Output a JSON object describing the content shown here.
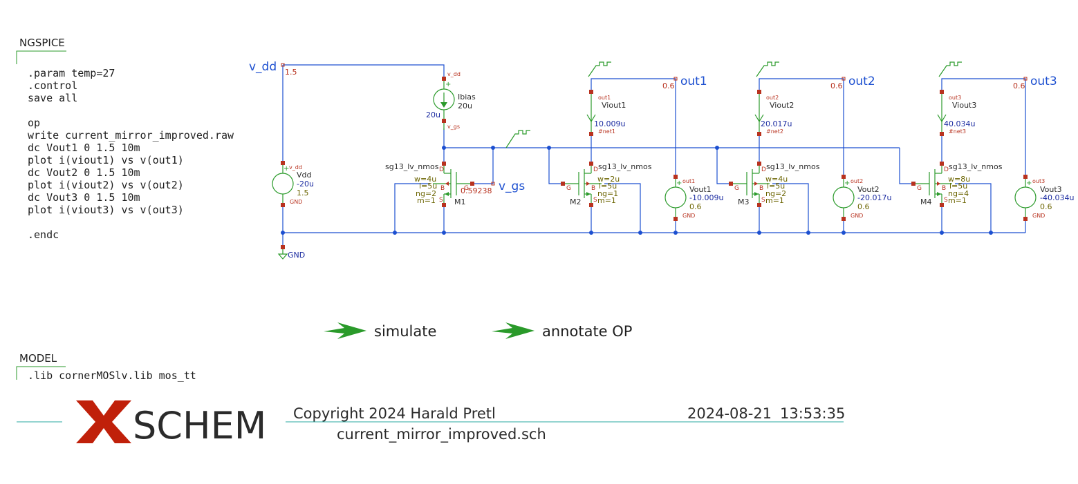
{
  "ngspice": {
    "header": "NGSPICE",
    "lines": [
      ".param temp=27",
      ".control",
      "save all",
      "",
      "op",
      "write current_mirror_improved.raw",
      "dc Vout1 0 1.5 10m",
      "plot i(viout1) vs v(out1)",
      "dc Vout2 0 1.5 10m",
      "plot i(viout2) vs v(out2)",
      "dc Vout3 0 1.5 10m",
      "plot i(viout3) vs v(out3)",
      "",
      ".endc"
    ]
  },
  "model": {
    "header": "MODEL",
    "line": ".lib cornerMOSlv.lib mos_tt"
  },
  "buttons": {
    "simulate": "simulate",
    "annotate": "annotate OP"
  },
  "titleblock": {
    "logo_x": "X",
    "logo_rest": "SCHEM",
    "copyright": "Copyright 2024 Harald Pretl",
    "date": "2024-08-21",
    "time": "13:53:35",
    "filename": "current_mirror_improved.sch"
  },
  "nets": {
    "v_dd": "v_dd",
    "v_dd_val": "1.5",
    "v_gs": "v_gs",
    "v_gs_val": "0.59238",
    "out1": "out1",
    "out2": "out2",
    "out3": "out3",
    "out_val": "0.6",
    "gnd": "GND"
  },
  "vdd": {
    "name": "Vdd",
    "current": "-20u",
    "value": "1.5",
    "pin_top": "v_dd",
    "pin_bot": "GND"
  },
  "ibias": {
    "name": "Ibias",
    "value": "20u",
    "current": "20u",
    "pin_top": "v_dd",
    "pin_bot": "v_gs"
  },
  "transistors": [
    {
      "model": "sg13_lv_nmos",
      "name": "M1",
      "w": "w=4u",
      "l": "l=5u",
      "ng": "ng=2",
      "m": "m=1"
    },
    {
      "model": "sg13_lv_nmos",
      "name": "M2",
      "w": "w=2u",
      "l": "l=5u",
      "ng": "ng=1",
      "m": "m=1"
    },
    {
      "model": "sg13_lv_nmos",
      "name": "M3",
      "w": "w=4u",
      "l": "l=5u",
      "ng": "ng=2",
      "m": "m=1"
    },
    {
      "model": "sg13_lv_nmos",
      "name": "M4",
      "w": "w=8u",
      "l": "l=5u",
      "ng": "ng=4",
      "m": "m=1"
    }
  ],
  "pins": {
    "d": "D",
    "g": "G",
    "s": "S",
    "b": "B"
  },
  "ammeters": [
    {
      "name": "Viout1",
      "current": "10.009u",
      "pin_top": "out1",
      "pin_bot": "#net1"
    },
    {
      "name": "Viout2",
      "current": "20.017u",
      "pin_top": "out2",
      "pin_bot": "#net2"
    },
    {
      "name": "Viout3",
      "current": "40.034u",
      "pin_top": "out3",
      "pin_bot": "#net3"
    }
  ],
  "outsources": [
    {
      "name": "Vout1",
      "current": "-10.009u",
      "value": "0.6",
      "pin_top": "out1",
      "pin_bot": "GND"
    },
    {
      "name": "Vout2",
      "current": "-20.017u",
      "value": "0.6",
      "pin_top": "out2",
      "pin_bot": "GND"
    },
    {
      "name": "Vout3",
      "current": "-40.034u",
      "value": "0.6",
      "pin_top": "out3",
      "pin_bot": "GND"
    }
  ],
  "colors": {
    "wire": "#1c4fd0",
    "symbol": "#2a9a2a",
    "pin": "#b8321f",
    "logo": "#c0200a"
  }
}
